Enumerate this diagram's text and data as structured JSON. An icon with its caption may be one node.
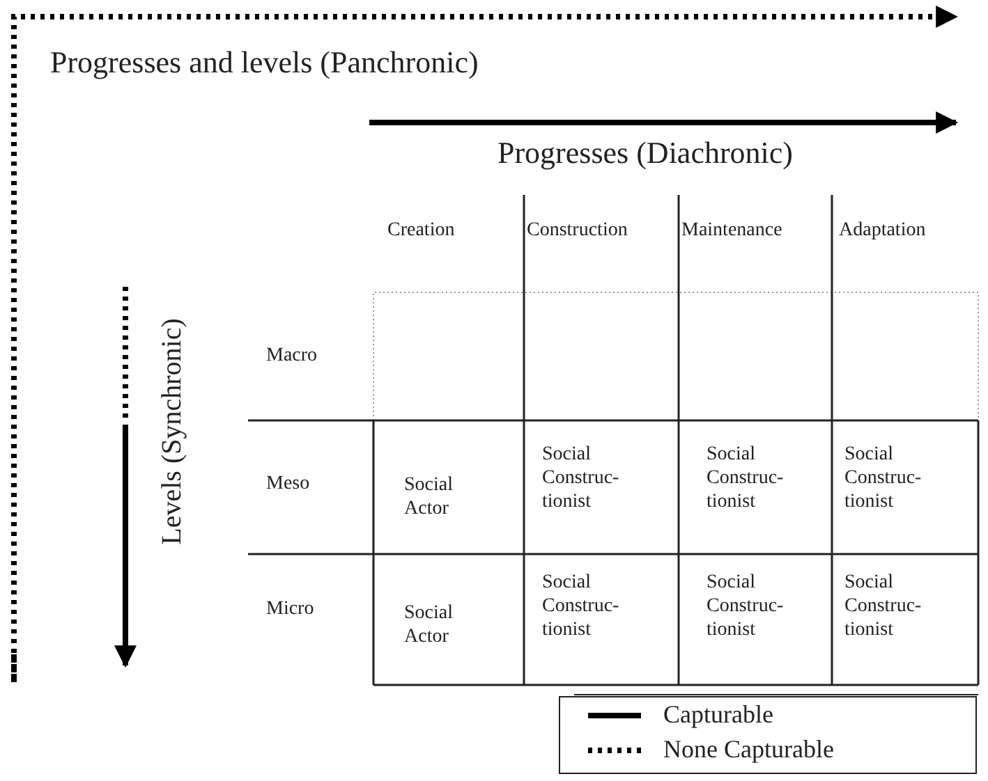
{
  "diagram": {
    "labels": [
      "Progresses and levels (Panchronic)",
      "Progresses (Diachronic)",
      "Levels (Synchronic)",
      "Creation",
      "Construction",
      "Maintenance",
      "Adaptation",
      "Macro",
      "Meso",
      "Social Actor",
      "Social Construc- tionist",
      "Social Construc- tionist",
      "Social Construc- tionist",
      "Micro",
      "Social Actor",
      "Social Construc- tionist",
      "Social Construc- tionist",
      "Social Construc- tionist"
    ],
    "legend": [
      {
        "text": "Capturable"
      },
      {
        "text": "None Capturable"
      }
    ]
  }
}
